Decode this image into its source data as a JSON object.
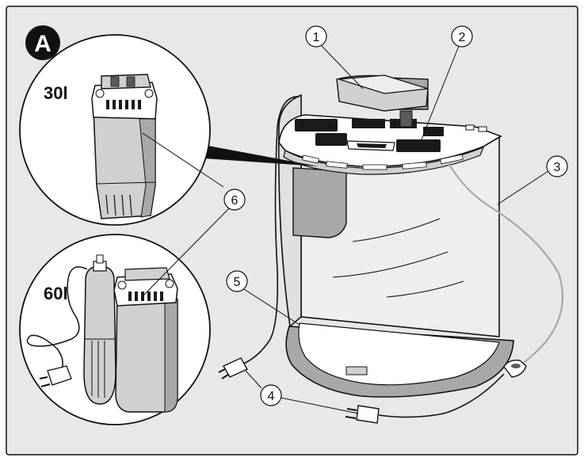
{
  "badge": "A",
  "inset_labels": {
    "top": "30l",
    "bottom": "60l"
  },
  "callouts": [
    "1",
    "2",
    "3",
    "4",
    "5",
    "6",
    "6"
  ],
  "colors": {
    "background": "#e8e8e8",
    "line": "#111111",
    "panel": "#ffffff",
    "light_gray": "#d0d0d0",
    "mid_gray": "#a8a8a8",
    "dark_gray": "#5a5a5a"
  }
}
